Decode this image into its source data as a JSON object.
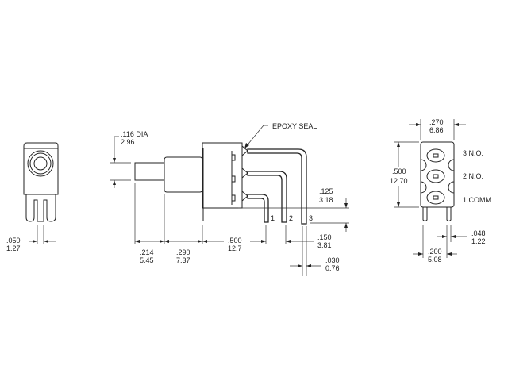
{
  "side_view": {
    "pin_width": ".050",
    "pin_width_mm": "1.27"
  },
  "front_view": {
    "shaft_dia": ".116 DIA",
    "shaft_dia_mm": "2.96",
    "epoxy_label": "EPOXY SEAL",
    "dim_shaft": ".214",
    "dim_shaft_mm": "5.45",
    "dim_bushing": ".290",
    "dim_bushing_mm": "7.37",
    "dim_body": ".500",
    "dim_body_mm": "12.7",
    "dim_pin_spacing": ".150",
    "dim_pin_spacing_mm": "3.81",
    "dim_pin_thick": ".030",
    "dim_pin_thick_mm": "0.76",
    "dim_standoff": ".125",
    "dim_standoff_mm": "3.18",
    "terminal_labels": [
      "1",
      "2",
      "3"
    ]
  },
  "end_view": {
    "width": ".270",
    "width_mm": "6.86",
    "height": ".500",
    "height_mm": "12.70",
    "pin_width": ".048",
    "pin_width_mm": "1.22",
    "pin_spacing": ".200",
    "pin_spacing_mm": "5.08",
    "terminals": [
      "3 N.O.",
      "2 N.O.",
      "1 COMM."
    ]
  }
}
